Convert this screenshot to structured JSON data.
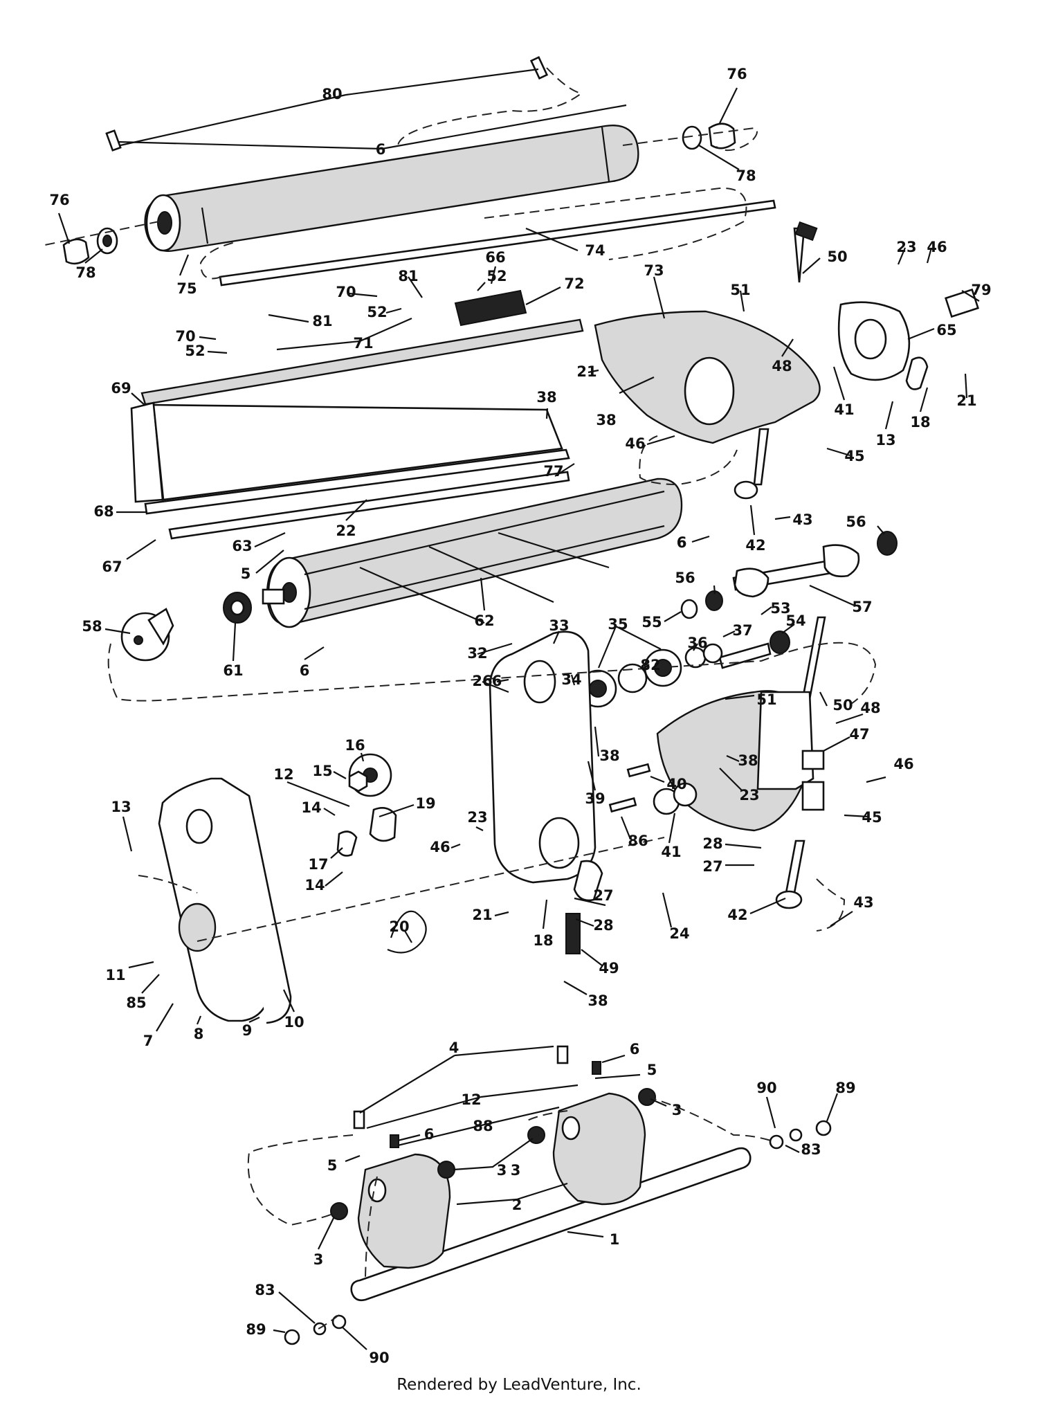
{
  "footer_text": "Rendered by LeadVenture, Inc.",
  "labels": [
    "80",
    "76",
    "6",
    "78",
    "76",
    "78",
    "74",
    "75",
    "66",
    "52",
    "72",
    "81",
    "70",
    "52",
    "71",
    "70",
    "52",
    "81",
    "69",
    "38",
    "77",
    "22",
    "68",
    "63",
    "67",
    "5",
    "62",
    "6",
    "58",
    "61",
    "6",
    "50",
    "23",
    "46",
    "79",
    "73",
    "51",
    "65",
    "48",
    "21",
    "41",
    "21",
    "38",
    "18",
    "13",
    "46",
    "45",
    "43",
    "42",
    "56",
    "6",
    "57",
    "56",
    "53",
    "54",
    "55",
    "37",
    "35",
    "33",
    "32",
    "36",
    "34",
    "82",
    "6",
    "26",
    "51",
    "50",
    "48",
    "47",
    "38",
    "38",
    "23",
    "40",
    "39",
    "46",
    "45",
    "16",
    "15",
    "12",
    "19",
    "14",
    "13",
    "17",
    "23",
    "46",
    "41",
    "86",
    "28",
    "27",
    "14",
    "24",
    "21",
    "18",
    "27",
    "28",
    "42",
    "43",
    "20",
    "49",
    "11",
    "85",
    "38",
    "7",
    "8",
    "9",
    "10",
    "4",
    "6",
    "5",
    "12",
    "3",
    "90",
    "89",
    "88",
    "6",
    "5",
    "3",
    "3",
    "83",
    "2",
    "1",
    "3",
    "83",
    "89",
    "90"
  ]
}
